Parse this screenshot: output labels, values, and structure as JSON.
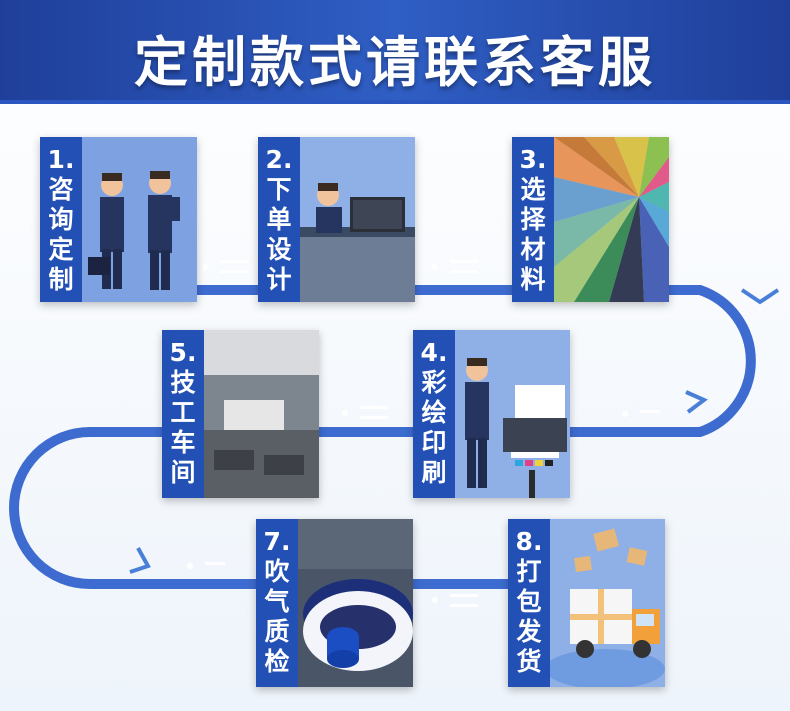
{
  "header": {
    "title": "定制款式请联系客服"
  },
  "steps": [
    {
      "label": "1.咨询定制",
      "chars": [
        "1.",
        "咨",
        "询",
        "定",
        "制"
      ]
    },
    {
      "label": "2.下单设计",
      "chars": [
        "2.",
        "下",
        "单",
        "设",
        "计"
      ]
    },
    {
      "label": "3.选择材料",
      "chars": [
        "3.",
        "选",
        "择",
        "材",
        "料"
      ]
    },
    {
      "label": "4.彩绘印刷",
      "chars": [
        "4.",
        "彩",
        "绘",
        "印",
        "刷"
      ]
    },
    {
      "label": "5.技工车间",
      "chars": [
        "5.",
        "技",
        "工",
        "车",
        "间"
      ]
    },
    {
      "label": "7.吹气质检",
      "chars": [
        "7.",
        "吹",
        "气",
        "质",
        "检"
      ]
    },
    {
      "label": "8.打包发货",
      "chars": [
        "8.",
        "打",
        "包",
        "发",
        "货"
      ]
    }
  ],
  "colors": {
    "brand": "#2350b5",
    "path": "#3d6bd0",
    "header": "#2f5ec4"
  }
}
